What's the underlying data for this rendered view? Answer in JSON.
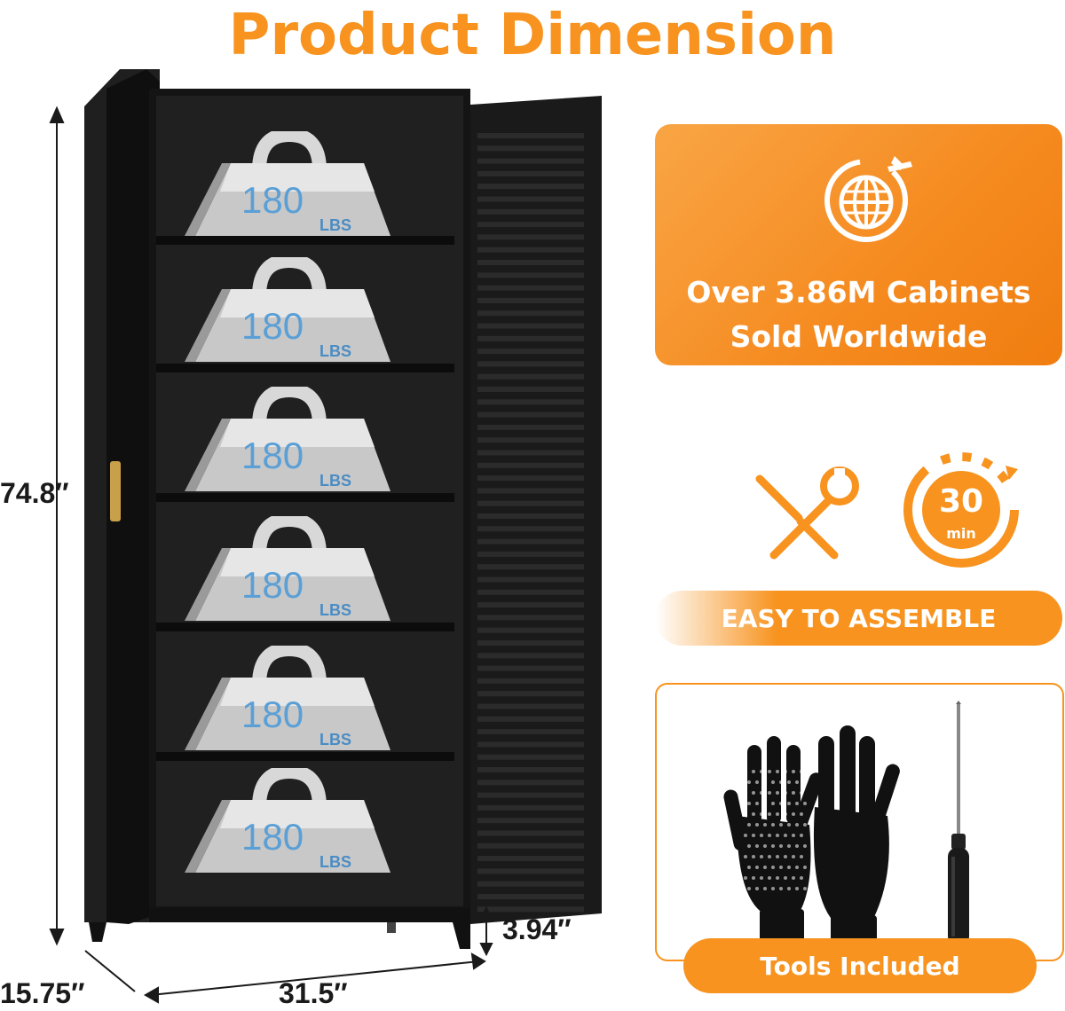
{
  "title": "Product Dimension",
  "dimensions": {
    "height": "74.8″",
    "depth": "15.75″",
    "width": "31.5″",
    "leg_height": "3.94″"
  },
  "shelf_loads": [
    {
      "value": "180",
      "unit": "LBS"
    },
    {
      "value": "180",
      "unit": "LBS"
    },
    {
      "value": "180",
      "unit": "LBS"
    },
    {
      "value": "180",
      "unit": "LBS"
    },
    {
      "value": "180",
      "unit": "LBS"
    },
    {
      "value": "180",
      "unit": "LBS"
    }
  ],
  "sales_panel": {
    "line1": "Over 3.86M Cabinets",
    "line2": "Sold Worldwide",
    "icon": "globe-plane-icon"
  },
  "assembly": {
    "time_value": "30",
    "time_unit": "min",
    "label": "EASY TO ASSEMBLE",
    "icons": [
      "tools-icon",
      "timer-icon"
    ]
  },
  "tools": {
    "label": "Tools Included",
    "items": [
      "gloves-icon",
      "screwdriver-icon"
    ]
  },
  "colors": {
    "accent": "#f7931e",
    "cabinet": "#1c1c1c",
    "weight_text": "#5a9fd6"
  }
}
